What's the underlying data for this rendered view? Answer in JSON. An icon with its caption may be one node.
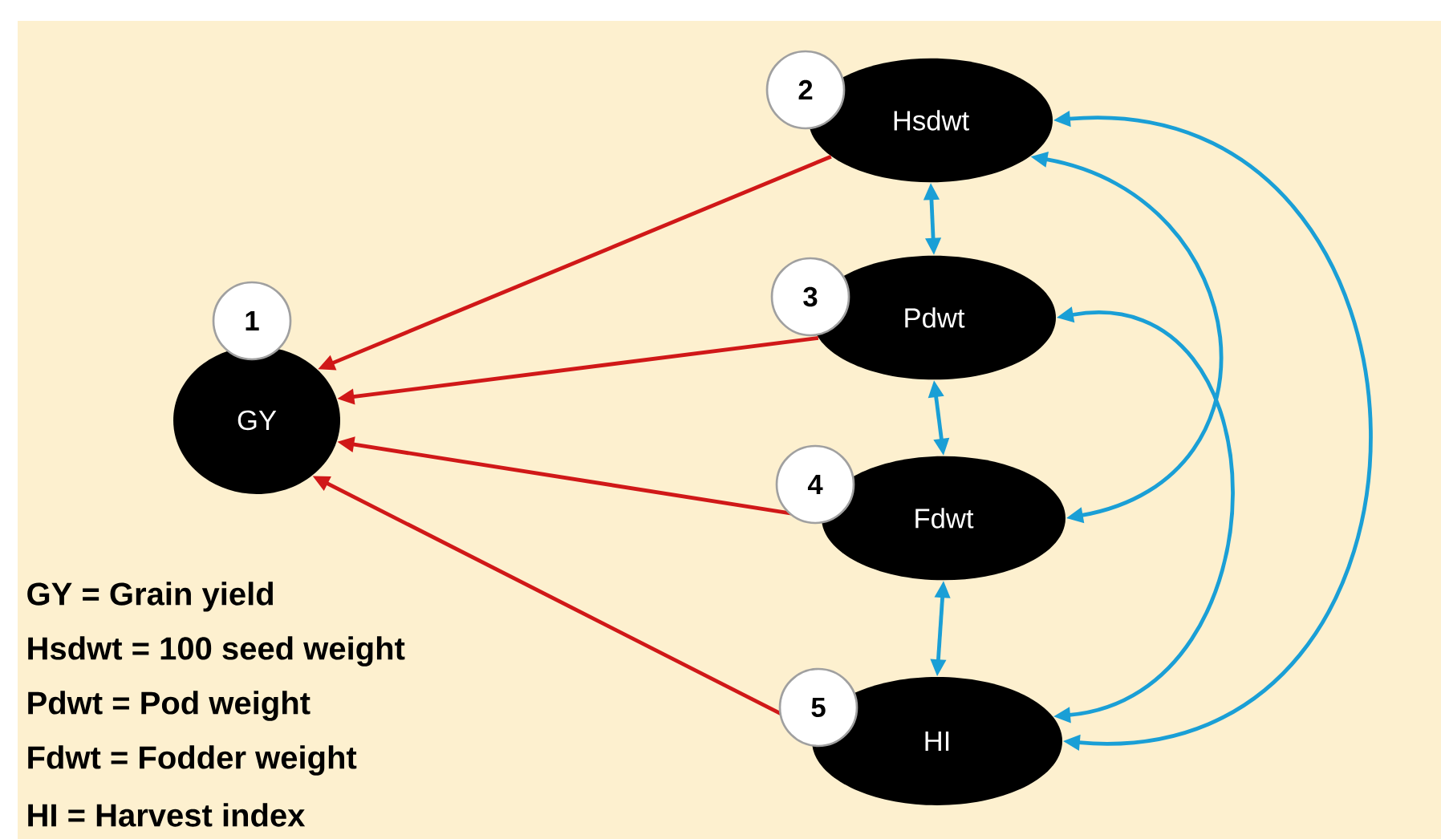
{
  "diagram": {
    "nodes": [
      {
        "text": [
          "GY"
        ],
        "beside": [
          "1"
        ]
      },
      {
        "text": [
          "Hsdwt"
        ],
        "beside": [
          "2"
        ]
      },
      {
        "text": [
          "Pdwt"
        ],
        "beside": [
          "3"
        ]
      },
      {
        "text": [
          "Fdwt"
        ],
        "beside": [
          "4"
        ]
      },
      {
        "text": [
          "HI"
        ],
        "beside": [
          "5"
        ]
      }
    ],
    "edges": [
      {
        "from": 1,
        "to": 0,
        "arrow": "to",
        "color": "#d01818"
      },
      {
        "from": 2,
        "to": 0,
        "arrow": "to",
        "color": "#d01818"
      },
      {
        "from": 3,
        "to": 0,
        "arrow": "to",
        "color": "#d01818"
      },
      {
        "from": 4,
        "to": 0,
        "arrow": "to",
        "color": "#d01818"
      },
      {
        "from": 1,
        "to": 2,
        "arrow": "both"
      },
      {
        "from": 2,
        "to": 3,
        "arrow": "both"
      },
      {
        "from": 3,
        "to": 4,
        "arrow": "both"
      },
      {
        "from": 1,
        "to": 3,
        "arrow": "both"
      },
      {
        "from": 2,
        "to": 4,
        "arrow": "both"
      },
      {
        "from": 1,
        "to": 4,
        "arrow": "both"
      }
    ],
    "labels": [
      "GY = Grain yield",
      "Hsdwt = 100 seed weight",
      "Pdwt = Pod weight",
      "Fdwt = Fodder weight",
      "HI = Harvest index"
    ]
  }
}
